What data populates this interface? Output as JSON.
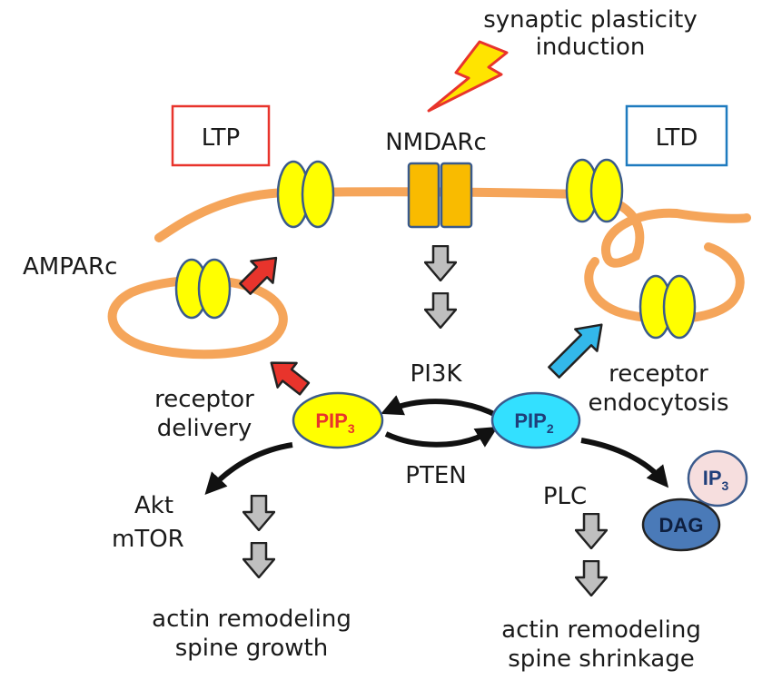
{
  "header": {
    "line1": "synaptic plasticity",
    "line2": "induction"
  },
  "boxes": {
    "ltp": "LTP",
    "ltd": "LTD"
  },
  "receptors": {
    "nmda": "NMDARc",
    "ampa": "AMPARc"
  },
  "enzymes": {
    "pi3k": "PI3K",
    "pten": "PTEN",
    "plc": "PLC"
  },
  "nodes": {
    "pip3": {
      "base": "PIP",
      "sub": "3"
    },
    "pip2": {
      "base": "PIP",
      "sub": "2"
    },
    "ip3": {
      "base": "IP",
      "sub": "3"
    },
    "dag": "DAG"
  },
  "processes": {
    "delivery_1": "receptor",
    "delivery_2": "delivery",
    "endocytosis_1": "receptor",
    "endocytosis_2": "endocytosis",
    "akt": "Akt",
    "mtor": "mTOR",
    "growth_1": "actin remodeling",
    "growth_2": "spine growth",
    "shrink_1": "actin remodeling",
    "shrink_2": "spine shrinkage"
  },
  "colors": {
    "membrane": "#f5a55a",
    "receptor": "#ffff00",
    "receptor_border": "#3a5a8c",
    "nmda": "#f9bb00",
    "ltp": "#e8342c",
    "ltd": "#1f7bbf",
    "pip3": "#ffff00",
    "pip2": "#33e0ff",
    "dag": "#4a7ab8",
    "ip3": "#f6dede",
    "red_arrow": "#e8342c",
    "blue_arrow": "#33b8ea",
    "gray_arrow": "#bfbfbf"
  },
  "icons": [
    "lightning-bolt-icon",
    "down-arrow-icon"
  ]
}
